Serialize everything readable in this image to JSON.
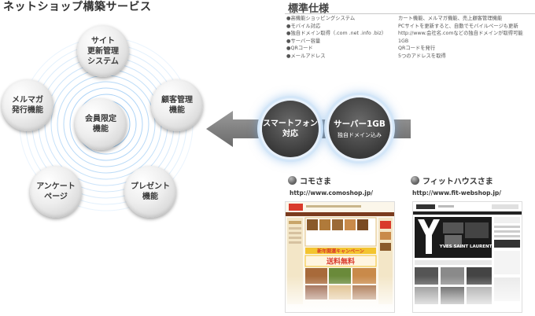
{
  "page_title": "ネットショップ構築サービス",
  "features": {
    "center": "会員限定\n機能",
    "top": "サイト\n更新管理\nシステム",
    "right": "顧客管理\n機能",
    "bottom_right": "プレゼント\n機能",
    "bottom_left": "アンケート\nページ",
    "left": "メルマガ\n発行機能"
  },
  "spec": {
    "title": "標準仕様",
    "rows": [
      {
        "key": "●高機能ショッピングシステム",
        "value": "カート機能、メルマガ機能、売上顧客管理機能"
      },
      {
        "key": "●モバイル対応",
        "value": "PCサイトを更新すると、自動でモバイルページも更新"
      },
      {
        "key": "●独自ドメイン取得（.com .net .info .biz）",
        "value": "http://www.会社名.comなどの独自ドメインが取得可能"
      },
      {
        "key": "●サーバー容量",
        "value": "1GB"
      },
      {
        "key": "●QRコード",
        "value": "QRコードを発行"
      },
      {
        "key": "●メールアドレス",
        "value": "5つのアドレスを取得"
      }
    ]
  },
  "highlights": {
    "smartphone": "スマートフォン\n対応",
    "server_main": "サーバー1GB",
    "server_sub": "独自ドメイン込み"
  },
  "sites": [
    {
      "name": "コモさま",
      "url": "http://www.comoshop.jp/"
    },
    {
      "name": "フィットハウスさま",
      "url": "http://www.fit-webshop.jp/"
    }
  ],
  "shot_texts": {
    "como_campaign": "新年開運キャンペーン",
    "como_free": "送料無料",
    "fit_brand": "YVES SAINT LAURENT"
  },
  "colors": {
    "ring": "#6fb3f0",
    "bubble_dark": "#3a3a3a",
    "arrow": "#7a7a7a",
    "como_red": "#d93a2b",
    "como_yellow": "#f3c42f"
  }
}
